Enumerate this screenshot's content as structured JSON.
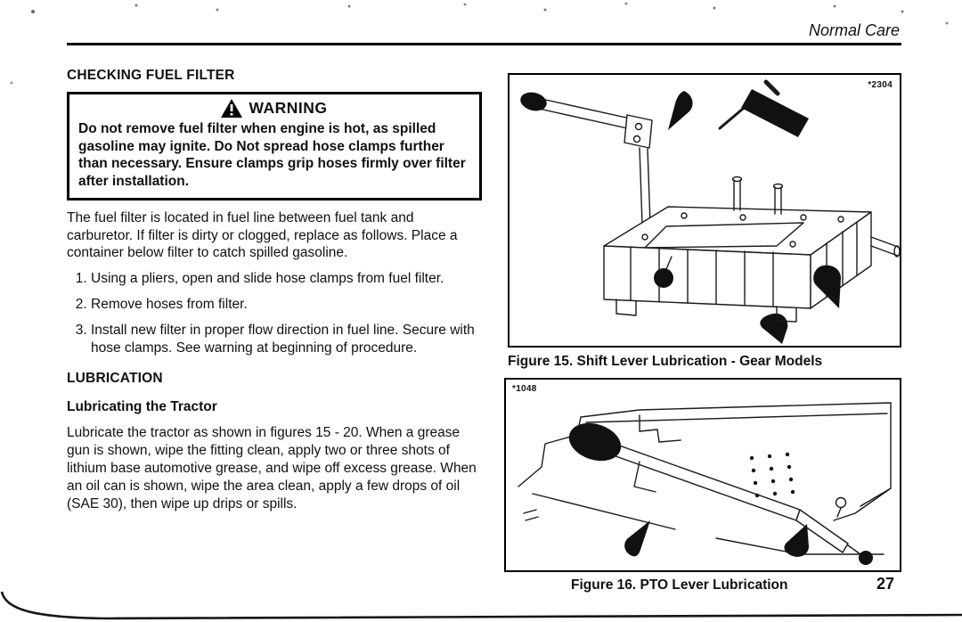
{
  "page": {
    "header": "Normal Care",
    "page_number": "27"
  },
  "left": {
    "section1_title": "CHECKING FUEL FILTER",
    "warning": {
      "icon": "warning-triangle-icon",
      "label": "WARNING",
      "text": "Do not remove fuel filter when engine is hot, as spilled gasoline may ignite. Do Not spread hose clamps further than necessary. Ensure clamps grip hoses firmly over filter after installation."
    },
    "para1": "The fuel filter is located in fuel line between fuel tank and carburetor. If filter is dirty or clogged, replace as follows. Place a container below filter to catch spilled gasoline.",
    "steps": [
      "Using a pliers, open and slide hose clamps from fuel filter.",
      "Remove hoses from filter.",
      "Install new filter in proper flow direction in fuel line. Secure with hose clamps. See warning at beginning of procedure."
    ],
    "section2_title": "LUBRICATION",
    "subsection_title": "Lubricating the Tractor",
    "para2": "Lubricate the tractor as shown in figures 15 - 20. When a grease gun is shown, wipe the fitting clean, apply two or three shots of lithium base automotive grease, and wipe off excess grease. When an oil can is shown, wipe the area clean, apply a few drops of oil (SAE 30), then wipe up drips or spills."
  },
  "figures": {
    "fig15": {
      "tag": "*2304",
      "caption": "Figure 15. Shift Lever Lubrication - Gear Models"
    },
    "fig16": {
      "tag": "*1048",
      "caption": "Figure 16. PTO Lever Lubrication"
    }
  }
}
